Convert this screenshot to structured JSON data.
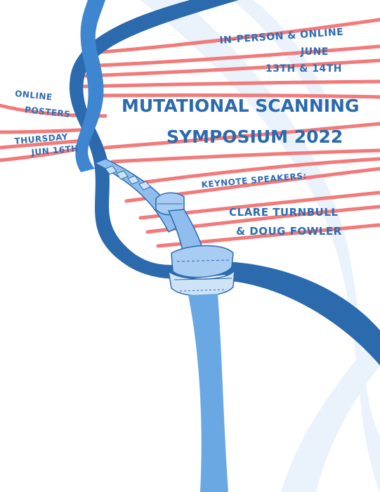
{
  "title": {
    "line1": "MUTATIONAL SCANNING",
    "line2": "SYMPOSIUM 2022"
  },
  "event": {
    "format": "IN-PERSON & ONLINE",
    "month": "JUNE",
    "dates": "13TH & 14TH"
  },
  "posters": {
    "line1": "ONLINE",
    "line2": "POSTERS",
    "day": "THURSDAY",
    "date": "JUN 16TH"
  },
  "keynote": {
    "label": "KEYNOTE SPEAKERS:",
    "speaker1": "CLARE TURNBULL",
    "speaker2": "& DOUG FOWLER"
  },
  "colors": {
    "dark_blue": "#2b6aac",
    "light_blue": "#6aa8e4",
    "pale_blue": "#eaf2fb",
    "stripe_red": "#f27a7a"
  }
}
